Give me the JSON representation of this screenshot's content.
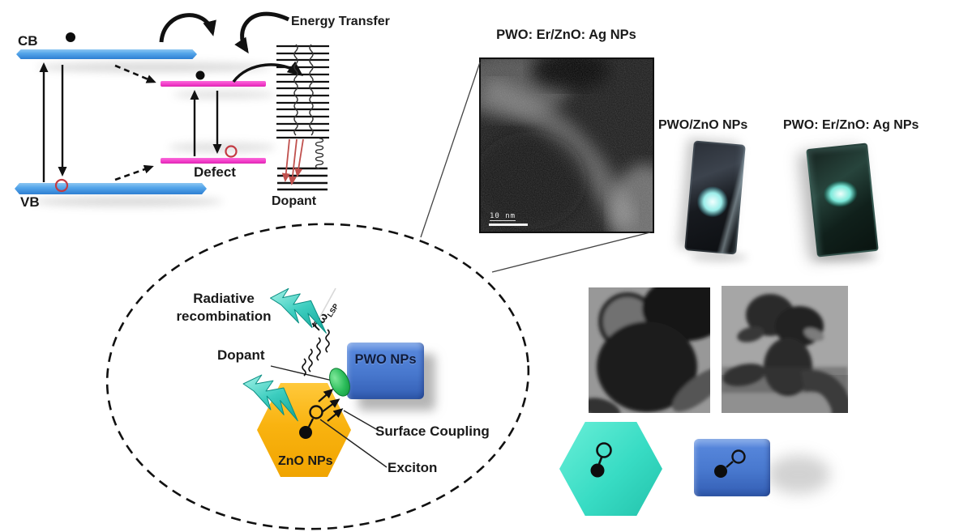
{
  "band_diagram": {
    "cb": "CB",
    "vb": "VB",
    "defect": "Defect",
    "dopant": "Dopant",
    "energy_transfer": "Energy Transfer"
  },
  "tem_main": {
    "title": "PWO: Er/ZnO: Ag NPs",
    "scale_bar": "10 nm"
  },
  "samples": {
    "left": "PWO/ZnO NPs",
    "right": "PWO: Er/ZnO: Ag NPs"
  },
  "mechanism": {
    "radiative_line1": "Radiative",
    "radiative_line2": "recombination",
    "dopant": "Dopant",
    "pwo": "PWO NPs",
    "zno": "ZnO NPs",
    "surface_coupling": "Surface Coupling",
    "exciton": "Exciton",
    "plasmon_main": "ℏω",
    "plasmon_sub": "LSP"
  },
  "colors": {
    "band_blue": "#4A9EE6",
    "defect_pink": "#F43FCC",
    "zno_orange": "#F7AE08",
    "pwo_blue": "#4A7BD0",
    "hexagon_cyan": "#35DEC6",
    "bolt_teal": "#2BBFB2",
    "dopant_green": "#1DA94E",
    "hole_red": "#C33A42",
    "emission_red": "#C0504D"
  }
}
